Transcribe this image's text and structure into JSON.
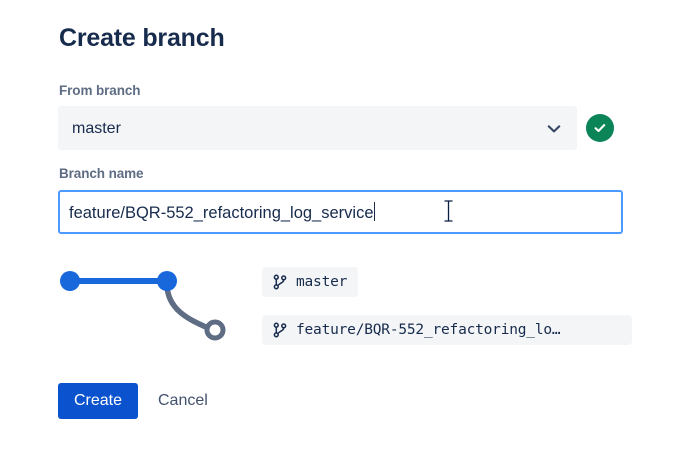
{
  "dialog": {
    "title": "Create branch"
  },
  "from_branch": {
    "label": "From branch",
    "value": "master",
    "chevron_icon": "chevron-down-icon",
    "status_icon": "check-circle-icon",
    "status_color": "#0B8457"
  },
  "branch_name": {
    "label": "Branch name",
    "value": "feature/BQR-552_refactoring_log_service",
    "placeholder": "",
    "focused": true,
    "border_color": "#4C9AFF"
  },
  "graph": {
    "node_color": "#1868DB",
    "line_color": "#1868DB",
    "branch_color": "#5E6C84",
    "nodes": [
      {
        "name": "commit-node-1",
        "type": "filled"
      },
      {
        "name": "commit-node-2",
        "type": "filled"
      },
      {
        "name": "new-branch-node",
        "type": "hollow"
      }
    ]
  },
  "chips": [
    {
      "name": "branch-chip-master",
      "icon": "branch-icon",
      "text": "master"
    },
    {
      "name": "branch-chip-feature",
      "icon": "branch-icon",
      "text": "feature/BQR-552_refactoring_lo…"
    }
  ],
  "footer": {
    "create_label": "Create",
    "cancel_label": "Cancel",
    "create_color": "#0B52CE"
  },
  "cursor": {
    "type": "i-beam-cursor"
  }
}
